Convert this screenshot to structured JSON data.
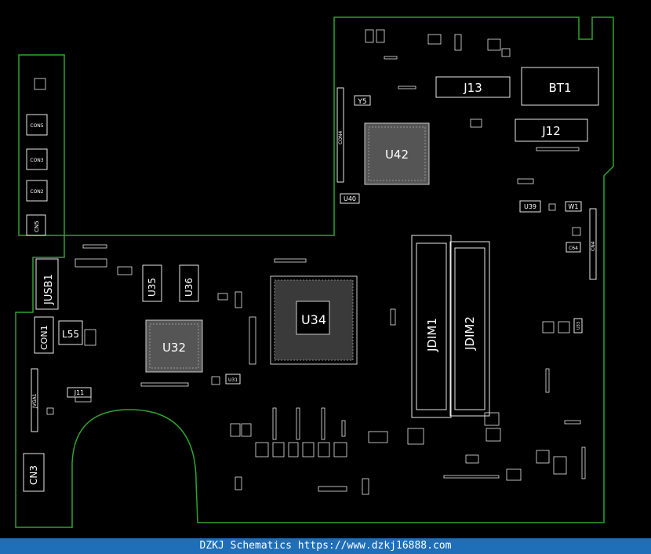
{
  "board": {
    "outline_color": "#2fa32f",
    "part_color": "#e8e8e8",
    "labels": {
      "j13": "J13",
      "bt1": "BT1",
      "j12": "J12",
      "y5": "Y5",
      "con4": "CON4",
      "u42": "U42",
      "u40": "U40",
      "u39": "U39",
      "w1": "W1",
      "c64": "C64",
      "cn4": "CN4",
      "con5": "CON5",
      "con3": "CON3",
      "con2": "CON2",
      "cn5": "CN5",
      "jusb1": "JUSB1",
      "con1": "CON1",
      "l55": "L55",
      "u35": "U35",
      "u36": "U36",
      "u34": "U34",
      "u32": "U32",
      "u31": "U31",
      "j11": "J11",
      "vga1": "JVGA1",
      "jdim1": "JDIM1",
      "jdim2": "JDIM2",
      "u33": "U33",
      "cn3": "CN3"
    }
  },
  "footer": {
    "text": "DZKJ Schematics https://www.dzkj16888.com"
  }
}
